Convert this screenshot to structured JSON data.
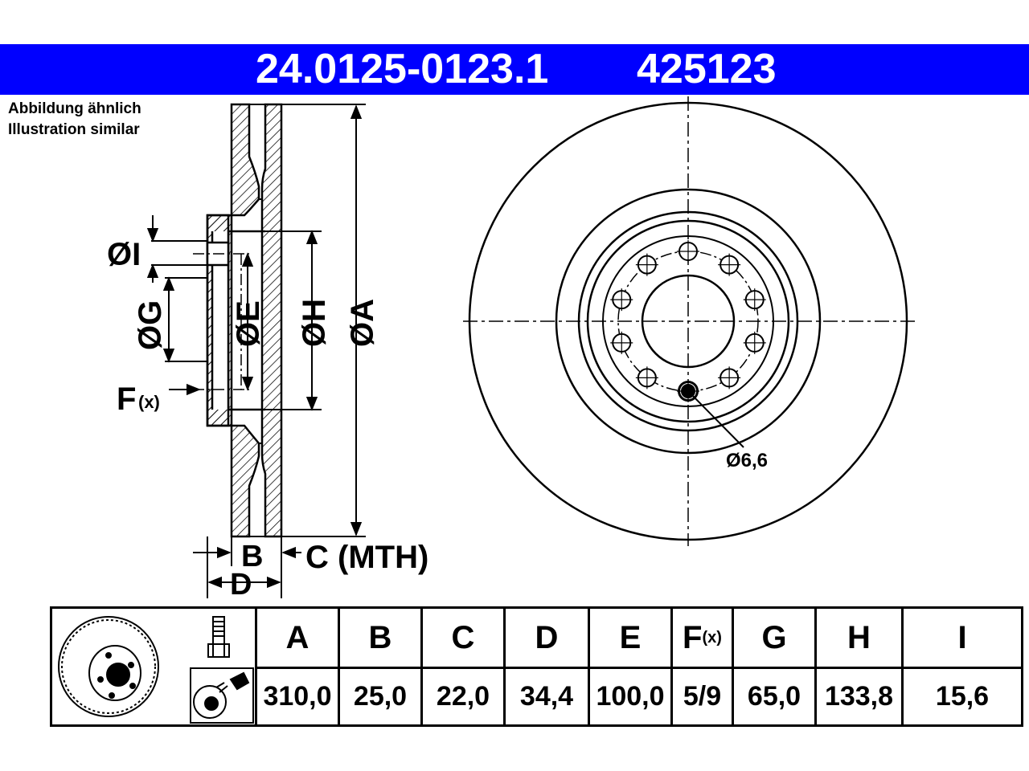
{
  "header": {
    "part_number": "24.0125-0123.1",
    "ref_number": "425123",
    "banner_color": "#0000ff"
  },
  "note": {
    "line1": "Abbildung ähnlich",
    "line2": "Illustration similar"
  },
  "drawing": {
    "labels": {
      "dia_i": "ØI",
      "dia_g": "ØG",
      "dia_e": "ØE",
      "dia_h": "ØH",
      "dia_a": "ØA",
      "f": "F",
      "f_sub": "(x)",
      "b": "B",
      "c_mth": "C (MTH)",
      "d": "D",
      "hole_dia": "Ø6,6"
    },
    "bolt_holes": 10
  },
  "table": {
    "icons": [
      "brake-disc-icon",
      "bolt-icon",
      "grease-icon"
    ],
    "columns": [
      {
        "key": "A",
        "label": "A",
        "value": "310,0"
      },
      {
        "key": "B",
        "label": "B",
        "value": "25,0"
      },
      {
        "key": "C",
        "label": "C",
        "value": "22,0"
      },
      {
        "key": "D",
        "label": "D",
        "value": "34,4"
      },
      {
        "key": "E",
        "label": "E",
        "value": "100,0"
      },
      {
        "key": "F",
        "label": "F",
        "label_sub": "(x)",
        "value": "5/9"
      },
      {
        "key": "G",
        "label": "G",
        "value": "65,0"
      },
      {
        "key": "H",
        "label": "H",
        "value": "133,8"
      },
      {
        "key": "I",
        "label": "I",
        "value": "15,6"
      }
    ]
  }
}
